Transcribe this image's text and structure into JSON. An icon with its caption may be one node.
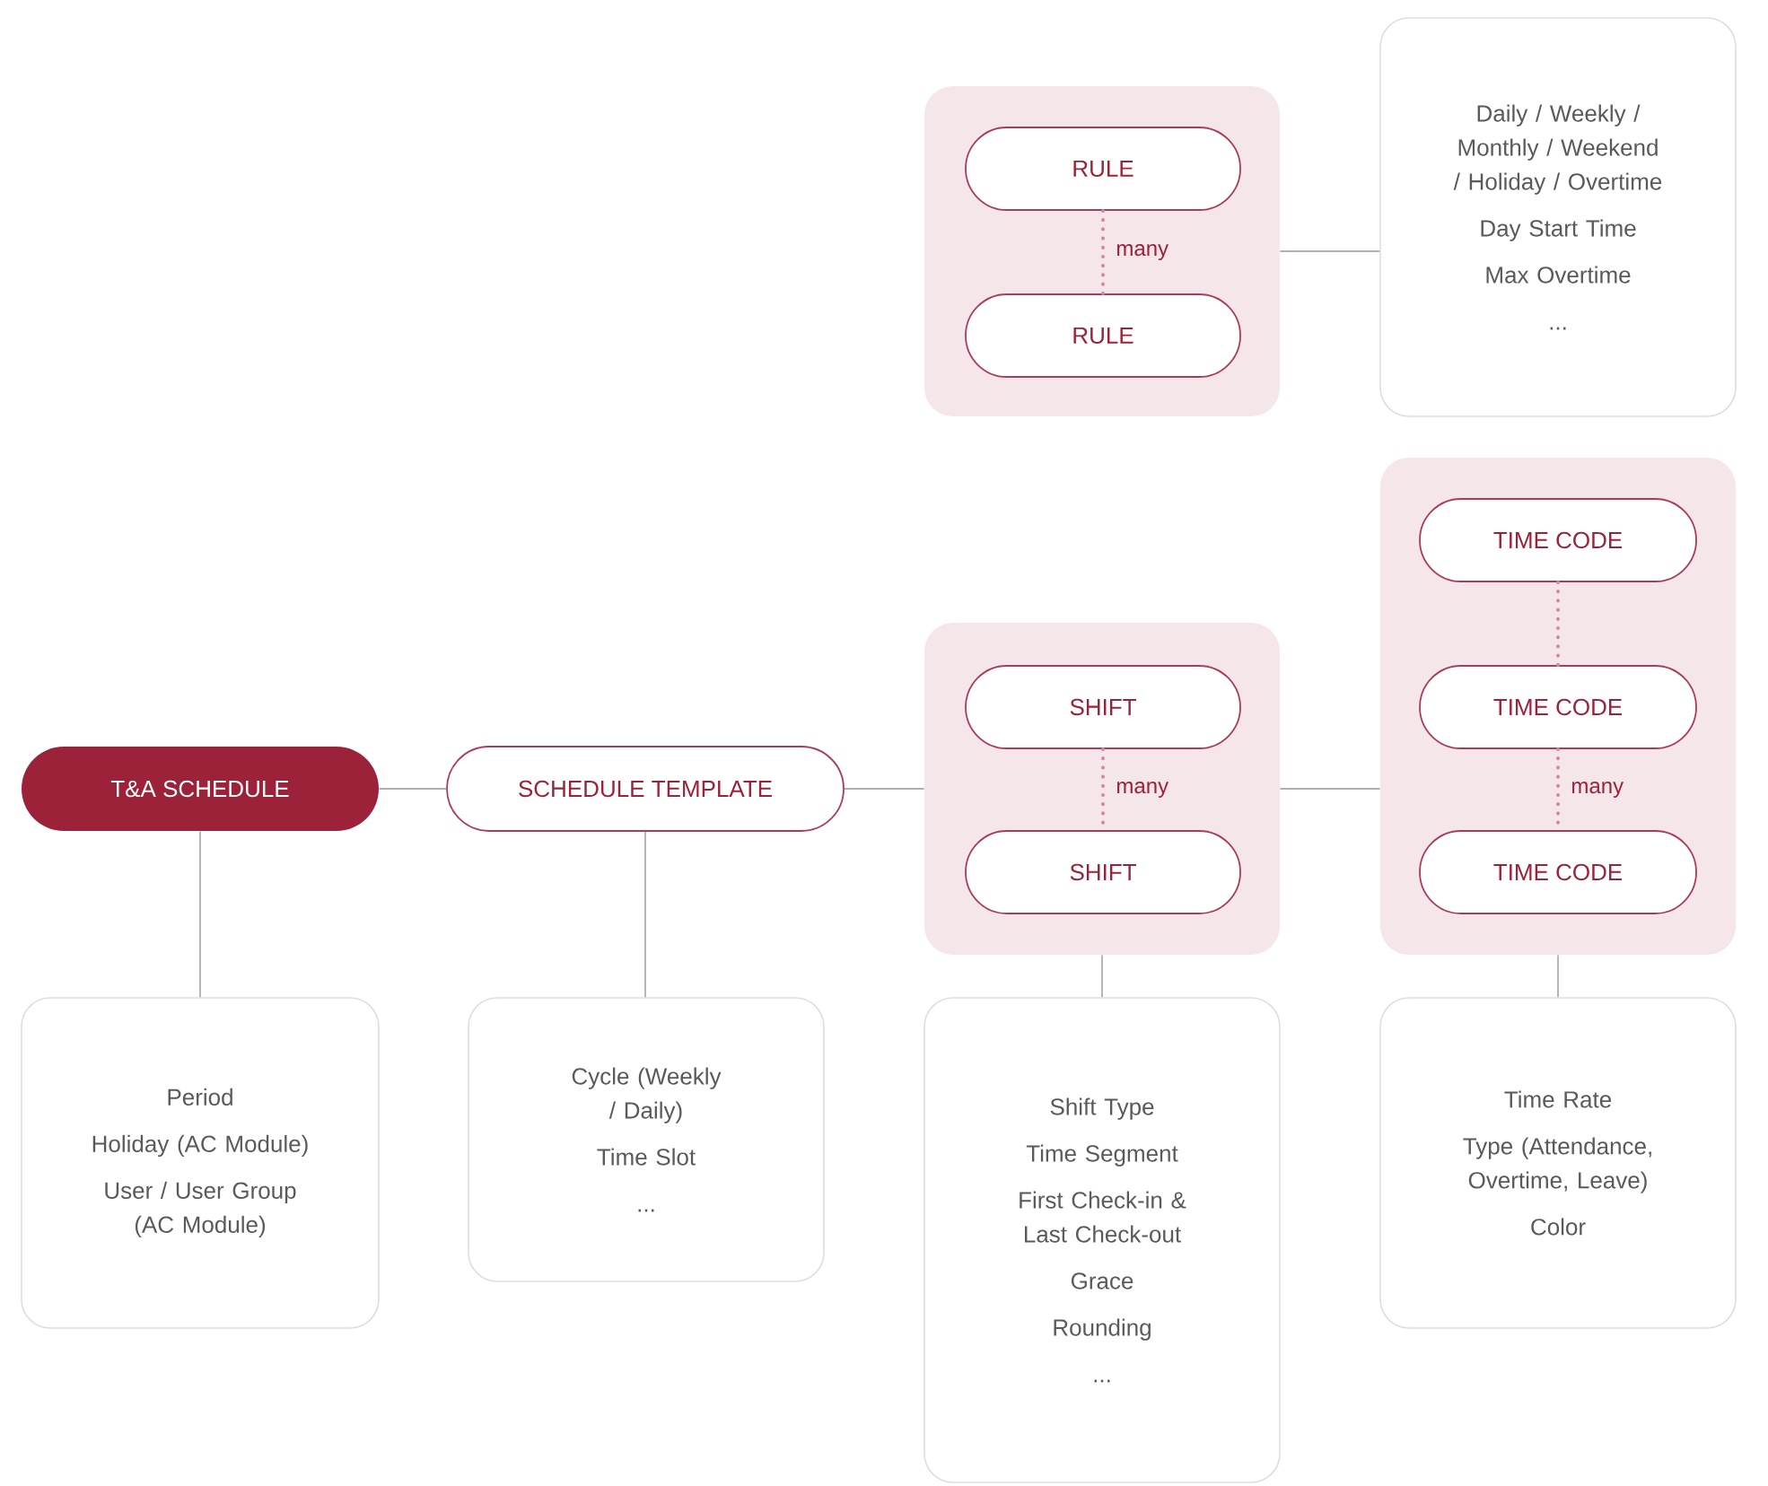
{
  "diagram": {
    "nodes": [
      {
        "text": [],
        "shape": "box"
      },
      {
        "text": [
          "RULE"
        ],
        "in": 0
      },
      {
        "text": [
          "RULE"
        ],
        "in": 0
      },
      {
        "text": [
          "Daily / Weekly / Monthly / Weekend / Holiday / Overtime",
          "Day Start Time",
          "Max Overtime",
          "..."
        ]
      },
      {
        "text": [],
        "shape": "box"
      },
      {
        "text": [
          "TIME CODE"
        ],
        "in": 4
      },
      {
        "text": [
          "TIME CODE"
        ],
        "in": 4
      },
      {
        "text": [
          "TIME CODE"
        ],
        "in": 4
      },
      {
        "text": [
          "T&A SCHEDULE"
        ]
      },
      {
        "text": [
          "SCHEDULE TEMPLATE"
        ]
      },
      {
        "text": [],
        "shape": "box"
      },
      {
        "text": [
          "SHIFT"
        ],
        "in": 10
      },
      {
        "text": [
          "SHIFT"
        ],
        "in": 10
      },
      {
        "text": [
          "Period",
          "Holiday (AC Module)",
          "User / User Group (AC Module)"
        ]
      },
      {
        "text": [
          "Cycle (Weekly / Daily)",
          "Time Slot",
          "..."
        ]
      },
      {
        "text": [
          "Shift Type",
          "Time Segment",
          "First Check-in & Last Check-out",
          "Grace",
          "Rounding",
          "..."
        ]
      },
      {
        "text": [
          "Time Rate",
          "Type (Attendance, Overtime, Leave)",
          "Color"
        ]
      }
    ],
    "edges": [
      {
        "from": 0,
        "to": 3,
        "arrow": "none"
      },
      {
        "from": 1,
        "to": 2,
        "arrow": "none",
        "label": "many",
        "style": "dashed",
        "color": "#d08aa0"
      },
      {
        "from": 5,
        "to": 6,
        "arrow": "none",
        "style": "dashed",
        "color": "#d08aa0"
      },
      {
        "from": 6,
        "to": 7,
        "arrow": "none",
        "label": "many",
        "style": "dashed",
        "color": "#d08aa0"
      },
      {
        "from": 8,
        "to": 9,
        "arrow": "none"
      },
      {
        "from": 9,
        "to": 10,
        "arrow": "none"
      },
      {
        "from": 10,
        "to": 4,
        "arrow": "none"
      },
      {
        "from": 11,
        "to": 12,
        "arrow": "none",
        "label": "many",
        "style": "dashed",
        "color": "#d08aa0"
      },
      {
        "from": 8,
        "to": 13,
        "arrow": "none"
      },
      {
        "from": 9,
        "to": 14,
        "arrow": "none"
      },
      {
        "from": 10,
        "to": 15,
        "arrow": "none"
      },
      {
        "from": 4,
        "to": 16,
        "arrow": "none"
      }
    ]
  }
}
